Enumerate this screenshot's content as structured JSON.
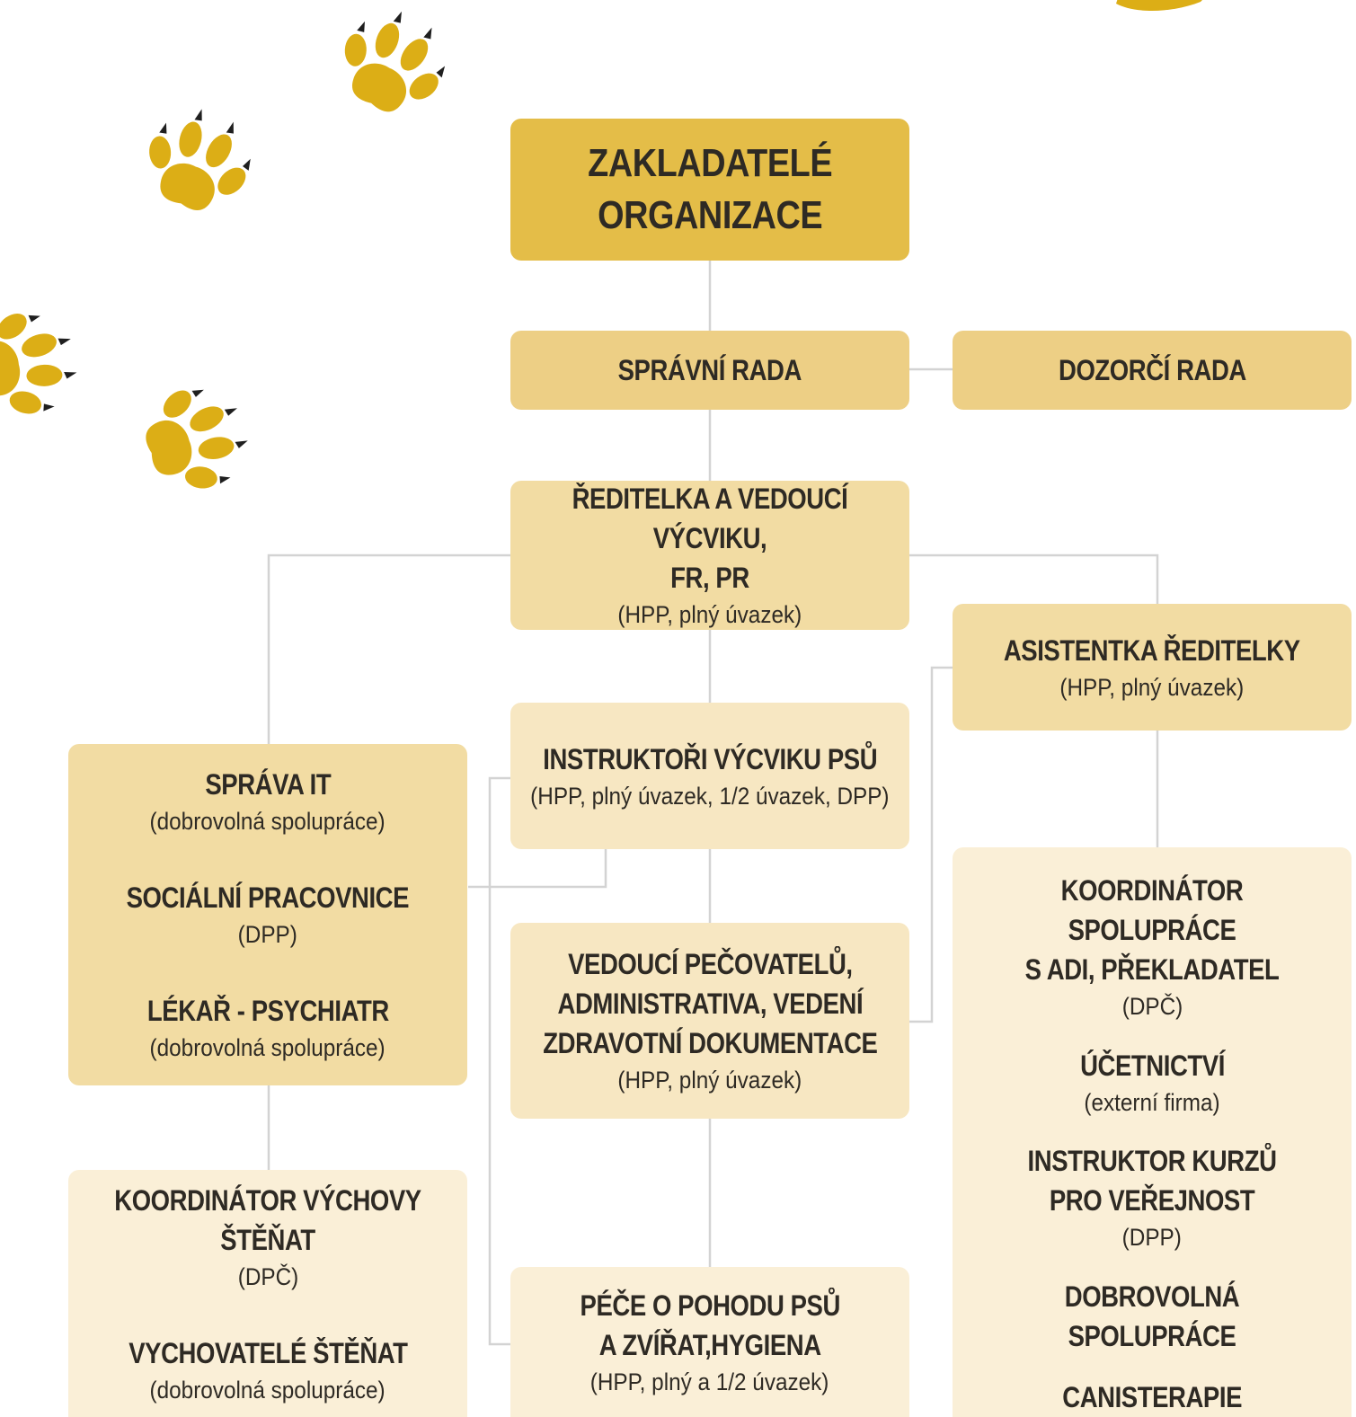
{
  "colors": {
    "paw": "#dcae16",
    "claw": "#1f1f1f",
    "line": "#d3d3d3",
    "box_founders": "#e4bd48",
    "box_boards": "#edcf85",
    "box_director": "#f2dca3",
    "box_mid": "#f7e7c2",
    "box_light": "#faefd7"
  },
  "founders": {
    "title": "ZAKLADATELÉ\nORGANIZACE"
  },
  "board": {
    "title": "SPRÁVNÍ RADA"
  },
  "supervisory": {
    "title": "DOZORČÍ RADA"
  },
  "director": {
    "title": "ŘEDITELKA A VEDOUCÍ VÝCVIKU,\nFR, PR",
    "sub": "(HPP, plný úvazek)"
  },
  "assistant": {
    "title": "ASISTENTKA ŘEDITELKY",
    "sub": "(HPP, plný úvazek)"
  },
  "instructors": {
    "title": "INSTRUKTOŘI VÝCVIKU PSŮ",
    "sub": "(HPP, plný úvazek, 1/2 úvazek, DPP)"
  },
  "left_group": {
    "items": [
      {
        "title": "SPRÁVA IT",
        "sub": "(dobrovolná spolupráce)"
      },
      {
        "title": "SOCIÁLNÍ PRACOVNICE",
        "sub": "(DPP)"
      },
      {
        "title": "LÉKAŘ - PSYCHIATR",
        "sub": "(dobrovolná spolupráce)"
      }
    ]
  },
  "caretakers_lead": {
    "title": "VEDOUCÍ PEČOVATELŮ,\nADMINISTRATIVA, VEDENÍ\nZDRAVOTNÍ DOKUMENTACE",
    "sub": "(HPP, plný úvazek)"
  },
  "puppies": {
    "items": [
      {
        "title": "KOORDINÁTOR VÝCHOVY ŠTĚŇAT",
        "sub": "(DPČ)"
      },
      {
        "title": "VYCHOVATELÉ ŠTĚŇAT",
        "sub": "(dobrovolná spolupráce)"
      }
    ]
  },
  "welfare": {
    "title": "PÉČE O POHODU PSŮ\nA ZVÍŘAT,HYGIENA",
    "sub": "(HPP, plný a 1/2 úvazek)"
  },
  "right_group": {
    "items": [
      {
        "title": "KOORDINÁTOR SPOLUPRÁCE\nS ADI, PŘEKLADATEL",
        "sub": "(DPČ)"
      },
      {
        "title": "ÚČETNICTVÍ",
        "sub": "(externí firma)"
      },
      {
        "title": "INSTRUKTOR KURZŮ\nPRO VEŘEJNOST",
        "sub": "(DPP)"
      },
      {
        "title": "DOBROVOLNÁ SPOLUPRÁCE"
      },
      {
        "title": "CANISTERAPIE"
      }
    ]
  }
}
